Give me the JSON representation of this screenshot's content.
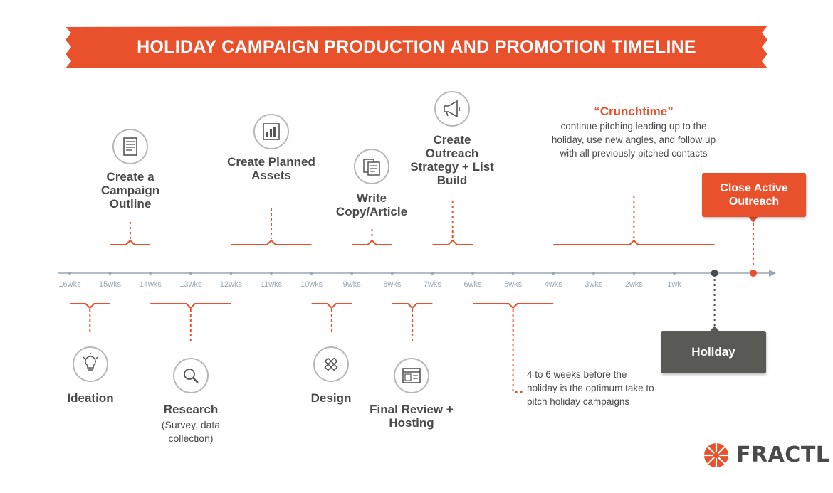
{
  "title": "HOLIDAY CAMPAIGN PRODUCTION AND PROMOTION TIMELINE",
  "colors": {
    "accent": "#e9512d",
    "timeline": "#9aa7b5",
    "text": "#4a4a4a",
    "holiday_box": "#595a55",
    "icon_border": "#b7b7b7"
  },
  "timeline": {
    "ticks": [
      "16wks",
      "15wks",
      "14wks",
      "13wks",
      "12wks",
      "11wks",
      "10wks",
      "9wks",
      "8wks",
      "7wks",
      "6wks",
      "5wks",
      "4wks",
      "3wks",
      "2wks",
      "1wk"
    ]
  },
  "steps_above": [
    {
      "id": "outline",
      "label": "Create a Campaign Outline",
      "icon": "document-icon",
      "from_wk": 15,
      "to_wk": 14
    },
    {
      "id": "assets",
      "label": "Create Planned Assets",
      "icon": "bar-chart-icon",
      "from_wk": 12,
      "to_wk": 10
    },
    {
      "id": "copy",
      "label": "Write Copy/Article",
      "icon": "articles-icon",
      "from_wk": 9,
      "to_wk": 8
    },
    {
      "id": "outreach",
      "label": "Create Outreach Strategy + List Build",
      "icon": "megaphone-icon",
      "from_wk": 7,
      "to_wk": 6
    },
    {
      "id": "crunch",
      "label": "",
      "icon": "",
      "from_wk": 4,
      "to_wk": 0
    }
  ],
  "steps_below": [
    {
      "id": "ideation",
      "label": "Ideation",
      "sublabel": "",
      "icon": "lightbulb-icon",
      "from_wk": 16,
      "to_wk": 15
    },
    {
      "id": "research",
      "label": "Research",
      "sublabel": "(Survey, data collection)",
      "icon": "magnifier-icon",
      "from_wk": 14,
      "to_wk": 12
    },
    {
      "id": "design",
      "label": "Design",
      "sublabel": "",
      "icon": "design-tools-icon",
      "from_wk": 10,
      "to_wk": 9
    },
    {
      "id": "final",
      "label": "Final Review + Hosting",
      "sublabel": "",
      "icon": "browser-window-icon",
      "from_wk": 8,
      "to_wk": 7
    },
    {
      "id": "pitch",
      "label": "",
      "sublabel": "",
      "icon": "",
      "from_wk": 6,
      "to_wk": 4
    }
  ],
  "crunchtime": {
    "title": "“Crunchtime”",
    "body": "continue pitching leading up to the holiday, use new angles, and follow up with all previously pitched contacts"
  },
  "close_outreach": "Close Active Outreach",
  "holiday": "Holiday",
  "pitch_note": "4 to 6 weeks before the holiday is the optimum take to pitch holiday campaigns",
  "logo": {
    "text": "FRACTL",
    "icon": "fractl-logo-icon"
  }
}
